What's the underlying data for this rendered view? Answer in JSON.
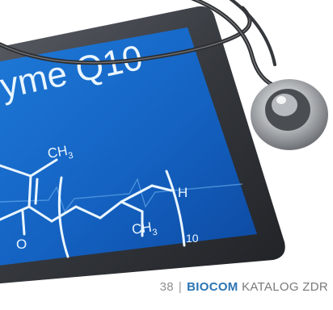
{
  "screen": {
    "heading": "yme Q10",
    "label_ch3_top": "CH",
    "label_ch3_top_sub": "3",
    "label_h": "H",
    "label_ch3_bottom": "CH",
    "label_ch3_bottom_sub": "3",
    "label_repeat": "10",
    "label_o": "O"
  },
  "footer": {
    "page_number": "38",
    "separator": "|",
    "brand": "BIOCOM",
    "catalog": "KATALOG ZDR"
  },
  "colors": {
    "screen_blue": "#1565c8",
    "frame_dark": "#3a3d42",
    "brand_blue": "#2b74b3"
  }
}
